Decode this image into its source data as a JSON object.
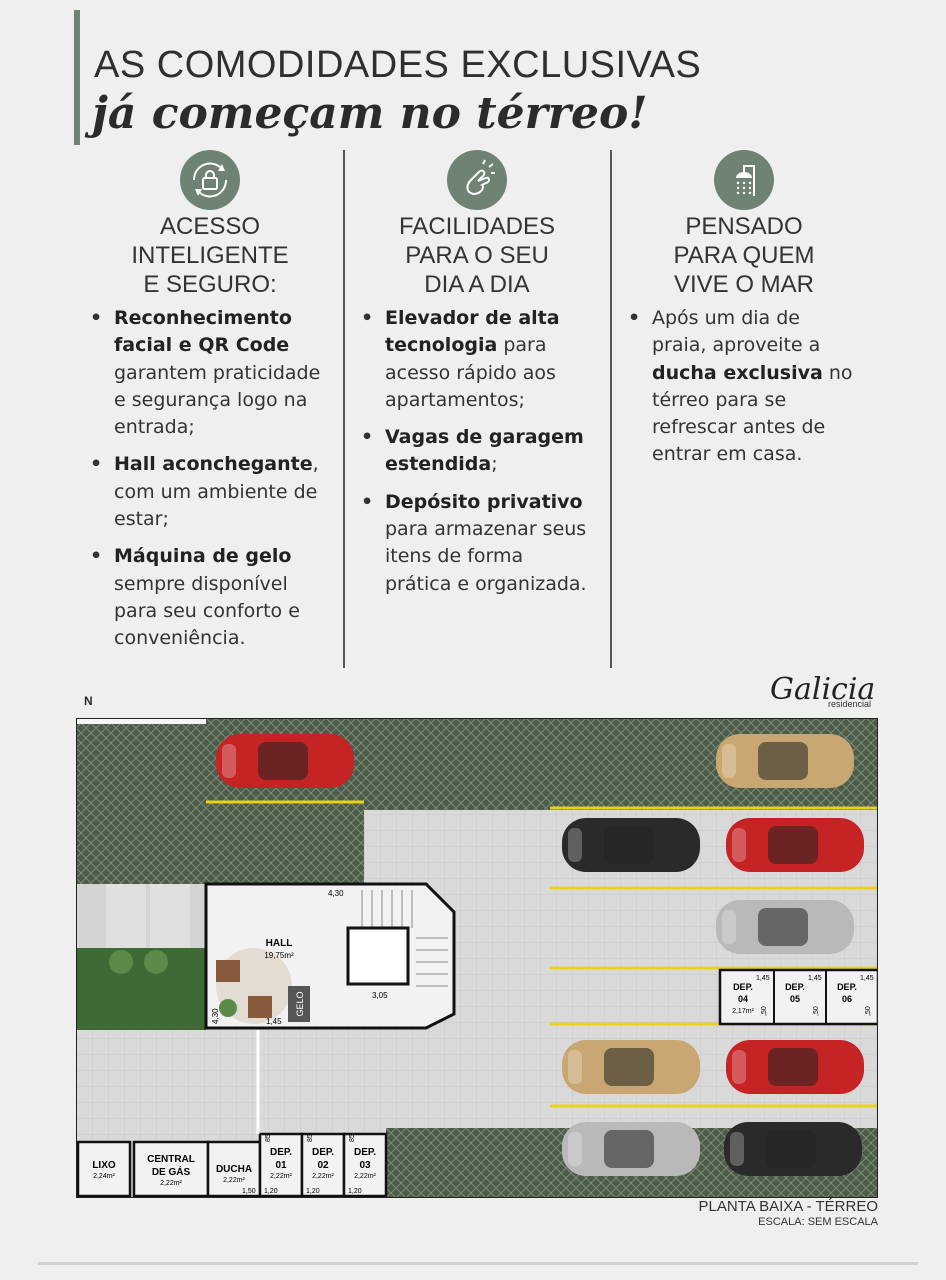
{
  "title": {
    "line1": "AS COMODIDADES EXCLUSIVAS",
    "line2": "já começam no térreo!"
  },
  "columns": [
    {
      "icon": "lock-refresh-icon",
      "heading": [
        "ACESSO",
        "INTELIGENTE",
        "E SEGURO:"
      ],
      "bullets": [
        {
          "bold": "Reconhecimento facial e QR Code",
          "text": " garantem praticidade e segurança logo na entrada;"
        },
        {
          "bold": "Hall aconchegante",
          "text": ", com um ambiente de estar;"
        },
        {
          "bold": "Máquina de gelo",
          "text": " sempre disponível para seu conforto e conveniência."
        }
      ]
    },
    {
      "icon": "finger-snap-icon",
      "heading": [
        "FACILIDADES",
        "PARA O SEU",
        "DIA A DIA"
      ],
      "bullets": [
        {
          "bold": "Elevador de alta tecnologia",
          "text": " para acesso rápido aos apartamentos;"
        },
        {
          "bold": "Vagas de garagem estendida",
          "text": ";"
        },
        {
          "bold": "Depósito privativo",
          "text": " para armazenar seus itens de forma prática e organizada."
        }
      ]
    },
    {
      "icon": "shower-icon",
      "heading": [
        "PENSADO",
        "PARA QUEM",
        "VIVE O MAR"
      ],
      "bullets": [
        {
          "pre": "Após um dia de praia, aproveite a ",
          "bold": "ducha exclusiva",
          "text": " no térreo para se refrescar antes de entrar em casa."
        }
      ]
    }
  ],
  "logo": {
    "name": "Galicia",
    "sub": "residencial"
  },
  "north": "N",
  "plan": {
    "hall_label": "HALL",
    "hall_area": "19,75m²",
    "gelo": "GELO",
    "dims": {
      "d430": "4,30",
      "d305": "3,05",
      "d145": "1,45",
      "d430v": "4,30",
      "d150": "1,50",
      "d120": "1,20",
      "d85": "85",
      "d50": ",50"
    },
    "rooms": {
      "lixo": "LIXO",
      "lixo_area": "2,24m²",
      "central1": "CENTRAL",
      "central2": "DE GÁS",
      "central_area": "2,22m²",
      "ducha": "DUCHA",
      "ducha_area": "2,22m²",
      "dep01a": "DEP.",
      "dep01b": "01",
      "dep01_area": "2,22m²",
      "dep02a": "DEP.",
      "dep02b": "02",
      "dep02_area": "2,22m²",
      "dep03a": "DEP.",
      "dep03b": "03",
      "dep03_area": "2,22m²",
      "dep04a": "DEP.",
      "dep04b": "04",
      "dep04_area": "2,17m²",
      "dep05a": "DEP.",
      "dep05b": "05",
      "dep06a": "DEP.",
      "dep06b": "06"
    }
  },
  "footer": {
    "title": "PLANTA BAIXA - TÉRREO",
    "scale": "ESCALA: SEM ESCALA"
  },
  "colors": {
    "accent": "#6f8374",
    "grass": "#4a5a47",
    "paving": "#d8d8d8",
    "red_car": "#c62424",
    "beige_car": "#c8a772",
    "dark_car": "#2a2a2a",
    "silver_car": "#b9b9b9",
    "yellow_line": "#e8d21a"
  }
}
